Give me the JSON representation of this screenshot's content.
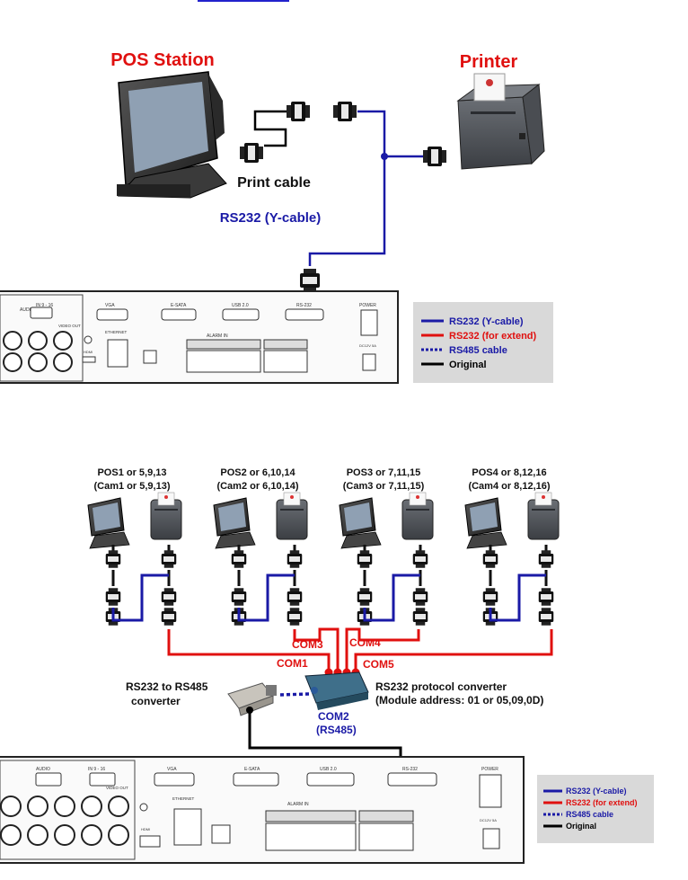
{
  "colors": {
    "y_cable": "#1a1aa6",
    "extend": "#e0100f",
    "rs485": "#1a1aa6",
    "original": "#000000",
    "title_red": "#e0100f",
    "legend_bg": "#d9d9d9"
  },
  "top": {
    "pos_label": "POS Station",
    "printer_label": "Printer",
    "print_cable_label": "Print cable",
    "rs232_label": "RS232 (Y-cable)",
    "dvr_port_labels": {
      "vga": "VGA",
      "esata": "E-SATA",
      "usb": "USB 2.0",
      "rs232": "RS-232",
      "power": "POWER",
      "ethernet": "ETHERNET",
      "alarm_in": "ALARM IN",
      "dc": "DC12V 5A",
      "hdmi": "HDMI",
      "audio": "AUDIO",
      "video_out": "VIDEO OUT",
      "in": "IN 9 - 16"
    }
  },
  "legend": [
    {
      "label": "RS232 (Y-cable)",
      "color": "#1a1aa6",
      "style": "solid"
    },
    {
      "label": "RS232 (for extend)",
      "color": "#e0100f",
      "style": "solid"
    },
    {
      "label": "RS485 cable",
      "color": "#1a1aa6",
      "style": "dotted"
    },
    {
      "label": "Original",
      "color": "#000000",
      "style": "solid"
    }
  ],
  "bottom": {
    "pos_groups": [
      {
        "line1": "POS1 or 5,9,13",
        "line2": "(Cam1 or 5,9,13)"
      },
      {
        "line1": "POS2 or 6,10,14",
        "line2": "(Cam2 or 6,10,14)"
      },
      {
        "line1": "POS3 or 7,11,15",
        "line2": "(Cam3 or 7,11,15)"
      },
      {
        "line1": "POS4 or 8,12,16",
        "line2": "(Cam4 or 8,12,16)"
      }
    ],
    "com_labels": {
      "com1": "COM1",
      "com3": "COM3",
      "com4": "COM4",
      "com5": "COM5",
      "com2": "COM2",
      "rs485": "(RS485)"
    },
    "converter_label_1": "RS232 to RS485",
    "converter_label_2": "converter",
    "protocol_label_1": "RS232 protocol converter",
    "protocol_label_2": "(Module address: 01 or 05,09,0D)"
  }
}
